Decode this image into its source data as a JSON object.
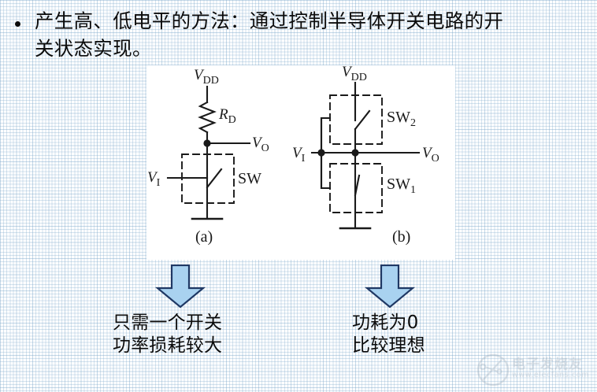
{
  "slide": {
    "bullet": {
      "marker": "•",
      "text": "产生高、低电平的方法：通过控制半导体开关电路的开\n关状态实现。"
    }
  },
  "figure": {
    "background_color": "#ffffff",
    "line_color": "#1a1a1a",
    "circuit_a": {
      "caption": "(a)",
      "labels": {
        "supply": "V",
        "supply_sub": "DD",
        "resistor": "R",
        "resistor_sub": "D",
        "output": "V",
        "output_sub": "O",
        "input": "V",
        "input_sub": "I",
        "switch": "SW"
      }
    },
    "circuit_b": {
      "caption": "(b)",
      "labels": {
        "supply": "V",
        "supply_sub": "DD",
        "output": "V",
        "output_sub": "O",
        "input": "V",
        "input_sub": "I",
        "switch_top": "SW",
        "switch_top_sub": "2",
        "switch_bottom": "SW",
        "switch_bottom_sub": "1"
      }
    }
  },
  "arrows": {
    "fill_color": "#a9d2f0",
    "stroke_color": "#1f3864",
    "left_name": "down-arrow-left",
    "right_name": "down-arrow-right"
  },
  "captions": {
    "left": "只需一个开关\n功率损耗较大",
    "right": "功耗为0\n比较理想"
  },
  "watermark": {
    "brand": "电子发烧友",
    "url": "www.elecfans.com"
  }
}
